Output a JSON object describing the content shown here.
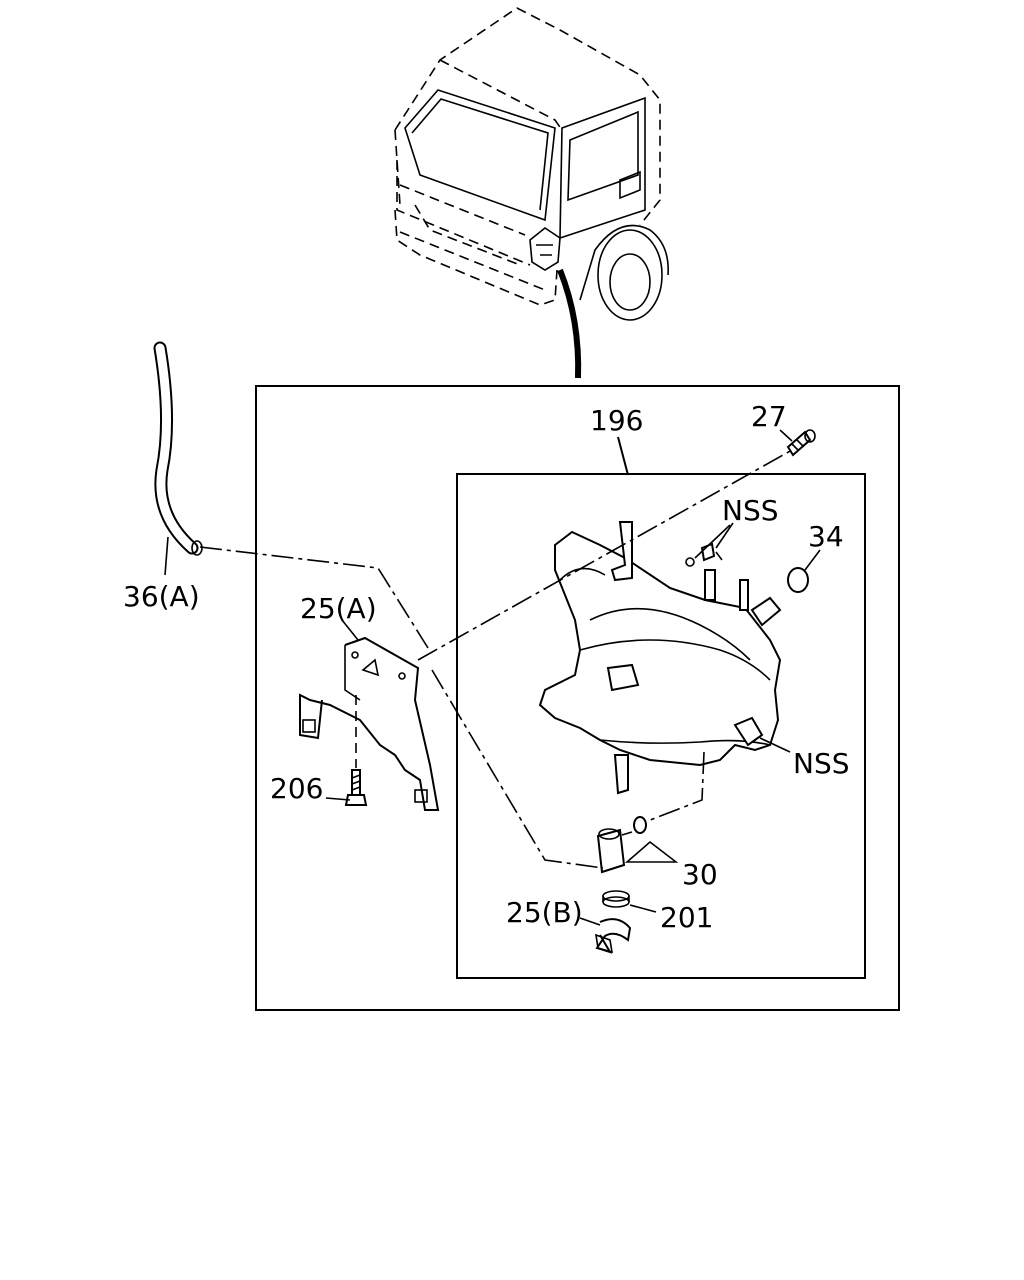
{
  "diagram": {
    "part_labels": {
      "p196": "196",
      "p27": "27",
      "nss_top": "NSS",
      "p34": "34",
      "p36a": "36(A)",
      "p25a": "25(A)",
      "p206": "206",
      "nss_right": "NSS",
      "p30": "30",
      "p25b": "25(B)",
      "p201": "201"
    }
  }
}
